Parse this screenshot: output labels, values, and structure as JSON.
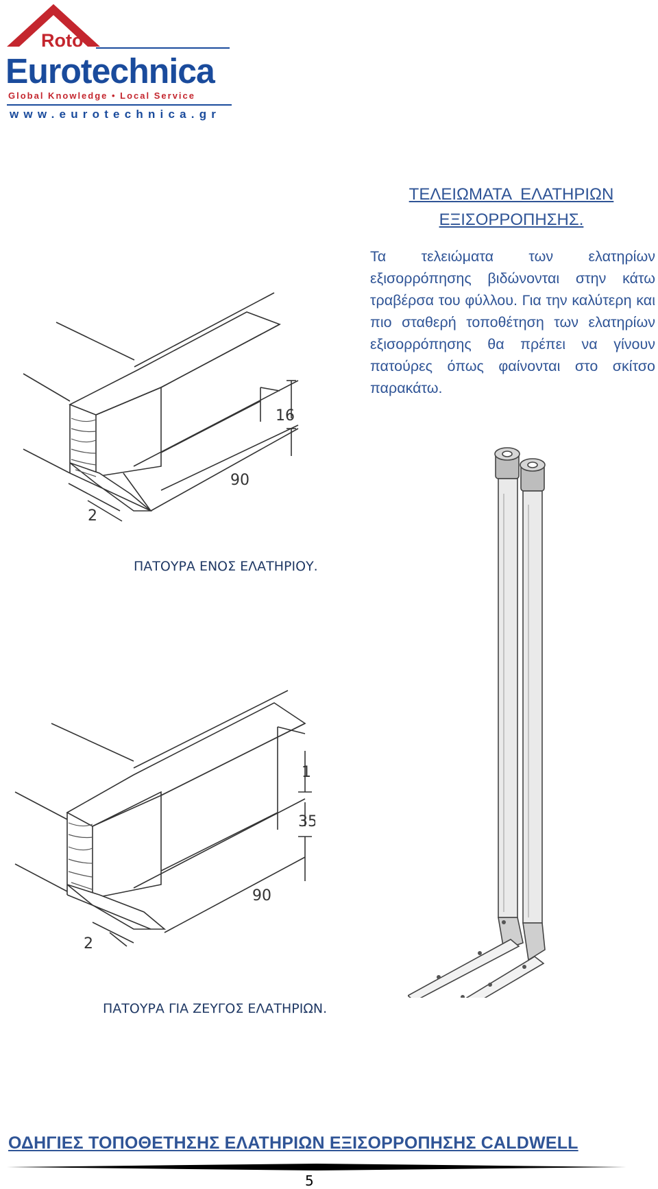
{
  "logo": {
    "roto": "Roto",
    "brand": "Eurotechnica",
    "tagline": "Global Knowledge • Local Service",
    "url": "www.eurotechnica.gr",
    "colors": {
      "red": "#c4262e",
      "blue": "#1a4b9c"
    }
  },
  "heading": {
    "line1": "ΤΕΛΕΙΩΜΑΤΑ  ΕΛΑΤΗΡΙΩΝ",
    "line2": "ΕΞΙΣΟΡΡΟΠΗΣΗΣ."
  },
  "intro": "Τα τελειώματα των ελατηρίων εξισορρόπησης βιδώνονται στην κάτω τραβέρσα του φύλλου. Για την καλύτερη και πιο σταθερή τοποθέτηση των ελατηρίων εξισορρόπησης θα πρέπει να γίνουν πατούρες όπως φαίνονται στο σκίτσο παρακάτω.",
  "drawing1": {
    "dim_height": "16",
    "dim_width": "90",
    "dim_depth": "2"
  },
  "caption1": "ΠΑΤΟΥΡΑ ΕΝΟΣ ΕΛΑΤΗΡΙΟΥ.",
  "drawing2": {
    "dim_top": "1",
    "dim_height": "35",
    "dim_width": "90",
    "dim_depth": "2"
  },
  "caption2": "ΠΑΤΟΥΡΑ ΓΙΑ ΖΕΥΓΟΣ ΕΛΑΤΗΡΙΩΝ.",
  "footer": {
    "title": "ΟΔΗΓΙΕΣ ΤΟΠΟΘΕΤΗΣΗΣ ΕΛΑΤΗΡΙΩΝ ΕΞΙΣΟΡΡΟΠΗΣΗΣ CALDWELL",
    "page_number": "5"
  }
}
